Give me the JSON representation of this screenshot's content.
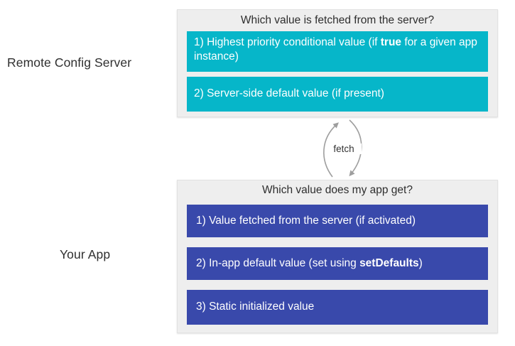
{
  "server": {
    "side_label": "Remote Config Server",
    "title": "Which value is fetched from the server?",
    "item1_text_before": "1) Highest priority conditional value (if ",
    "item1_bold": "true",
    "item1_text_after": " for a given app instance)",
    "item2": "2) Server-side default value (if present)",
    "box_color": "#06b6c9"
  },
  "fetch": {
    "label": "fetch"
  },
  "app": {
    "side_label": "Your App",
    "title": "Which value does my app get?",
    "item1": "1) Value fetched from the server (if activated)",
    "item2_text_before": "2) In-app default value (set using ",
    "item2_bold": "setDefaults",
    "item2_text_after": ")",
    "item3": "3) Static initialized value",
    "box_color": "#3949ab"
  }
}
